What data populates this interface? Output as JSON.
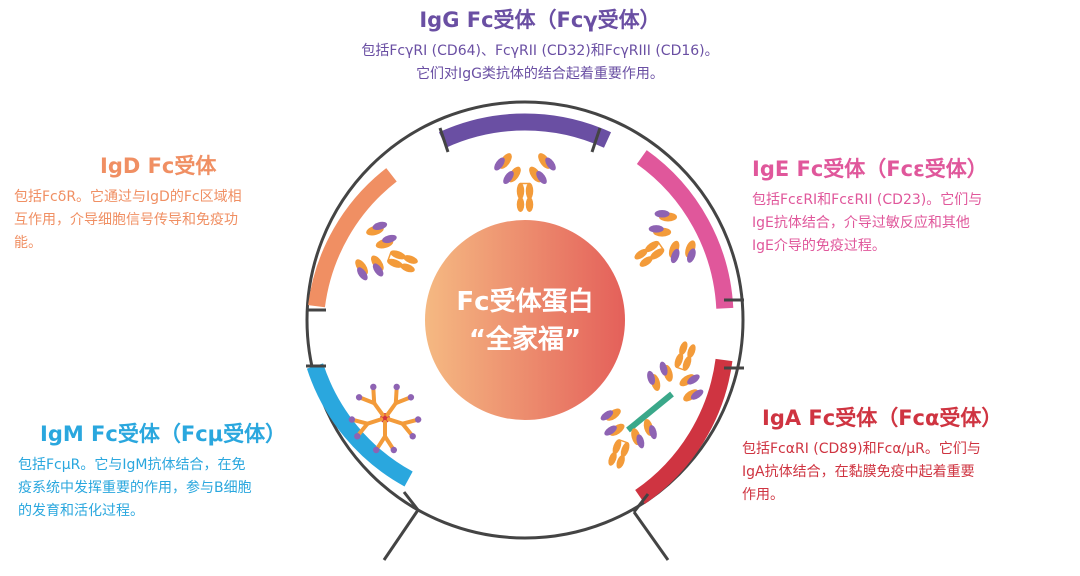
{
  "center": {
    "line1": "Fc受体蛋白",
    "line2": "“全家福”"
  },
  "colors": {
    "igg": "#6a4fa3",
    "ige": "#e0579b",
    "iga": "#cf3441",
    "igm": "#2aa7de",
    "igd": "#f08f63",
    "heavy_orange": "#f39b3a",
    "light_purple": "#8e63b3",
    "ring": "#444444",
    "center_grad_start": "#f7c28a",
    "center_grad_end": "#e4605a"
  },
  "sections": {
    "igg": {
      "title": "IgG Fc受体（Fcγ受体）",
      "desc_lines": [
        "包括FcγRI (CD64)、FcγRII (CD32)和FcγRIII (CD16)。",
        "它们对IgG类抗体的结合起着重要作用。"
      ]
    },
    "igd": {
      "title": "IgD Fc受体",
      "desc_lines": [
        "包括FcδR。它通过与IgD的Fc区域相",
        "互作用，介导细胞信号传导和免疫功",
        "能。"
      ]
    },
    "ige": {
      "title": "IgE Fc受体（Fcε受体）",
      "desc_lines": [
        "包括FcεRI和FcεRII (CD23)。它们与",
        "IgE抗体结合，介导过敏反应和其他",
        "IgE介导的免疫过程。"
      ]
    },
    "igm": {
      "title": "IgM Fc受体（Fcμ受体）",
      "desc_lines": [
        "包括FcμR。它与IgM抗体结合，在免",
        "疫系统中发挥重要的作用，参与B细胞",
        "的发育和活化过程。"
      ]
    },
    "iga": {
      "title": "IgA Fc受体（Fcα受体）",
      "desc_lines": [
        "包括FcαRI (CD89)和Fcα/μR。它们与",
        "IgA抗体结合，在黏膜免疫中起着重要",
        "作用。"
      ]
    }
  }
}
